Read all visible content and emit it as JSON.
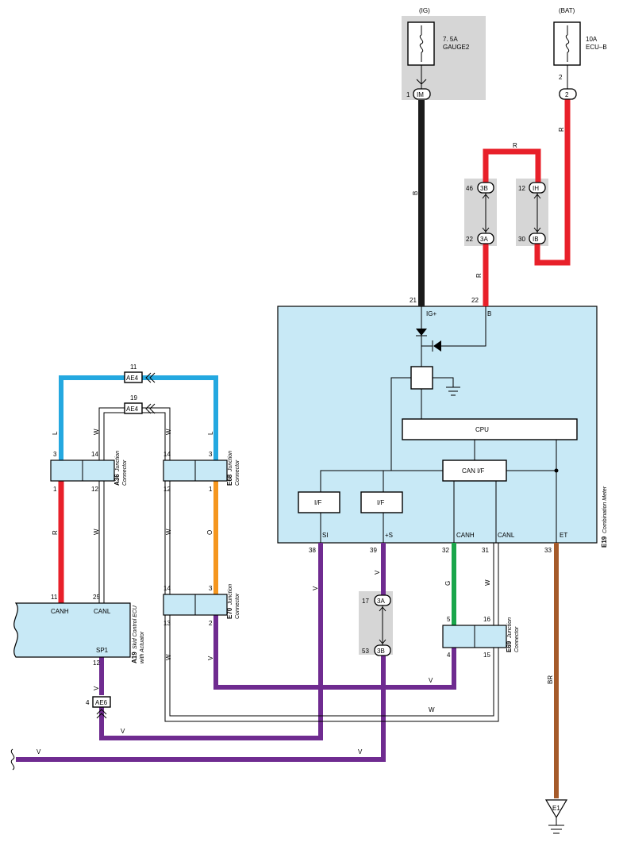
{
  "colors": {
    "black": "#1b1b1b",
    "red": "#e8202a",
    "blue": "#24a8e0",
    "orange": "#f5961e",
    "purple": "#6f2b90",
    "green": "#1aa64b",
    "brown": "#a55a2a",
    "white_wire": "#ffffff",
    "module": "#c8e9f6",
    "splice_bg": "#d6d6d6"
  },
  "fuses": {
    "ig": {
      "label": "(IG)",
      "rating": "7. 5A",
      "name": "GAUGE2",
      "pin": "1",
      "connector": "IM"
    },
    "bat": {
      "label": "(BAT)",
      "rating": "10A",
      "name": "ECU–B",
      "pin": "2",
      "connector": "2"
    }
  },
  "splices": {
    "s3b": {
      "pin": "46",
      "label": "3B"
    },
    "s3a": {
      "pin": "22",
      "label": "3A"
    },
    "sih": {
      "pin": "12",
      "label": "IH"
    },
    "sib": {
      "pin": "30",
      "label": "IB"
    },
    "m3a": {
      "pin": "17",
      "label": "3A"
    },
    "m3b": {
      "pin": "53",
      "label": "3B"
    },
    "ae4_top": {
      "pin": "11",
      "label": "AE4"
    },
    "ae4_bot": {
      "pin": "19",
      "label": "AE4"
    },
    "ae6": {
      "pin": "4",
      "label": "AE6"
    }
  },
  "wire_labels": {
    "b": "B",
    "r": "R",
    "l": "L",
    "w": "W",
    "o": "O",
    "v": "V",
    "g": "G",
    "br": "BR"
  },
  "meter": {
    "code": "E19",
    "name": "Combination Meter",
    "pin_ig": "21",
    "term_ig": "IG+",
    "pin_b": "22",
    "term_b": "B",
    "cpu": "CPU",
    "can_if": "CAN I/F",
    "if1": "I/F",
    "if2": "I/F",
    "pin_si": "38",
    "term_si": "SI",
    "pin_s": "39",
    "term_s": "+S",
    "pin_canh": "32",
    "term_canh": "CANH",
    "pin_canl": "31",
    "term_canl": "CANL",
    "pin_et": "33",
    "term_et": "ET"
  },
  "connectors": {
    "a36": {
      "code": "A36",
      "line1": "Junction",
      "line2": "Connector",
      "p_tl": "3",
      "p_tr": "14",
      "p_bl": "1",
      "p_br": "12"
    },
    "e68": {
      "code": "E68",
      "line1": "Junction",
      "line2": "Connector",
      "p_tl": "12",
      "p_tr": "3",
      "p_bl": "12",
      "p_br": "1",
      "p_top_l": "14"
    },
    "e70": {
      "code": "E70",
      "line1": "Junction",
      "line2": "Connector",
      "p_tl": "14",
      "p_tr": "3",
      "p_bl": "13",
      "p_br": "2"
    },
    "e69": {
      "code": "E69",
      "line1": "Junction",
      "line2": "Connector",
      "p_tl": "5",
      "p_tr": "16",
      "p_bl": "4",
      "p_br": "15"
    }
  },
  "skid_ecu": {
    "code": "A19",
    "line1": "Skid Control ECU",
    "line2": "with Actuator",
    "pin_canh": "11",
    "term_canh": "CANH",
    "pin_canl": "25",
    "term_canl": "CANL",
    "term_sp1": "SP1",
    "pin_sp1": "12"
  },
  "ground": {
    "label": "E1"
  }
}
